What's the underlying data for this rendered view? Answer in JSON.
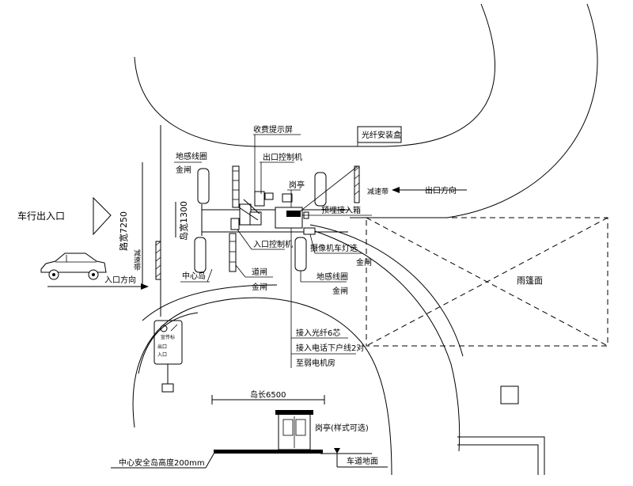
{
  "labels": {
    "entrance_exit": "车行出入口",
    "road_width": "路宽7250",
    "island_width": "岛宽1300",
    "speed_bump": "减速带",
    "entry_direction": "入口方向",
    "exit_direction": "出口方向",
    "fee_display": "收费提示屏",
    "fiber_box": "光纤安装盒",
    "exit_controller": "出口控制机",
    "ground_coil_top": "地感线圈",
    "gate_top": "金闸",
    "booth": "岗亭",
    "cable_conduit": "预埋接入箱",
    "entry_controller": "入口控制机",
    "camera": "摄像机车灯选",
    "gate_right": "金闸",
    "center_island": "中心岛",
    "gate_mid": "道闸",
    "gate_mid2": "金闸",
    "ground_coil_bottom": "地感线圈",
    "gate_bottom_right": "金闸",
    "fiber_in": "接入光纤6芯",
    "power_in": "接入电话下户线2对",
    "to_power_room": "至弱电机房",
    "island_length": "岛长6500",
    "booth_note": "岗亭(样式可选)",
    "island_height": "中心安全岛高度200mm",
    "ground_level": "车道地面",
    "canopy": "雨篷面",
    "sign_line1": "宣传标",
    "sign_line2": "出口",
    "sign_line3": "入口"
  }
}
